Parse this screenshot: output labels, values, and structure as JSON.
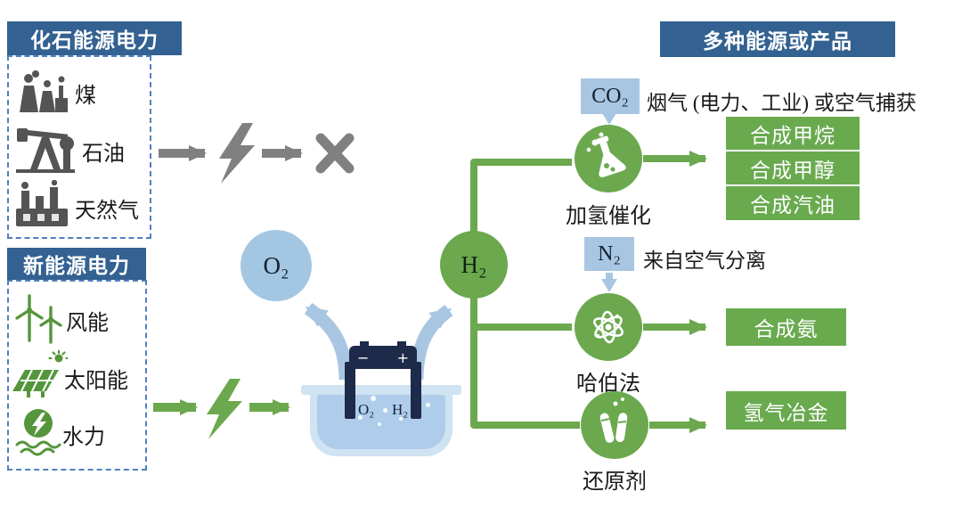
{
  "fossil_panel": {
    "header": "化石能源电力",
    "items": [
      {
        "label": "煤",
        "icon": "coal-power-plant-icon"
      },
      {
        "label": "石油",
        "icon": "oil-pumpjack-icon"
      },
      {
        "label": "天然气",
        "icon": "gas-plant-icon"
      }
    ]
  },
  "renewable_panel": {
    "header": "新能源电力",
    "items": [
      {
        "label": "风能",
        "icon": "wind-turbines-icon"
      },
      {
        "label": "太阳能",
        "icon": "solar-panel-icon"
      },
      {
        "label": "水力",
        "icon": "hydropower-icon"
      }
    ]
  },
  "products_header": "多种能源或产品",
  "gases": {
    "oxygen": "O₂",
    "hydrogen": "H₂"
  },
  "electrolyzer": {
    "battery_minus": "−",
    "battery_plus": "+",
    "anode_gas_label": "O₂",
    "cathode_gas_label": "H₂"
  },
  "pathways": [
    {
      "process": "加氢催化",
      "icon": "flask-icon",
      "feed_gas": "CO₂",
      "feed_note": "烟气 (电力、工业) 或空气捕获",
      "products": [
        "合成甲烷",
        "合成甲醇",
        "合成汽油"
      ]
    },
    {
      "process": "哈伯法",
      "icon": "atom-icon",
      "feed_gas": "N₂",
      "feed_note": "来自空气分离",
      "products": [
        "合成氨"
      ]
    },
    {
      "process": "还原剂",
      "icon": "test-tubes-icon",
      "products": [
        "氢气冶金"
      ]
    }
  ],
  "colors": {
    "header_blue": "#336191",
    "light_blue": "#a8c6e2",
    "green": "#6ba84e",
    "product_green": "#69aa4f",
    "gray": "#808080",
    "dashed_border": "#4f81bd",
    "electrode_navy": "#1e2a4a"
  }
}
